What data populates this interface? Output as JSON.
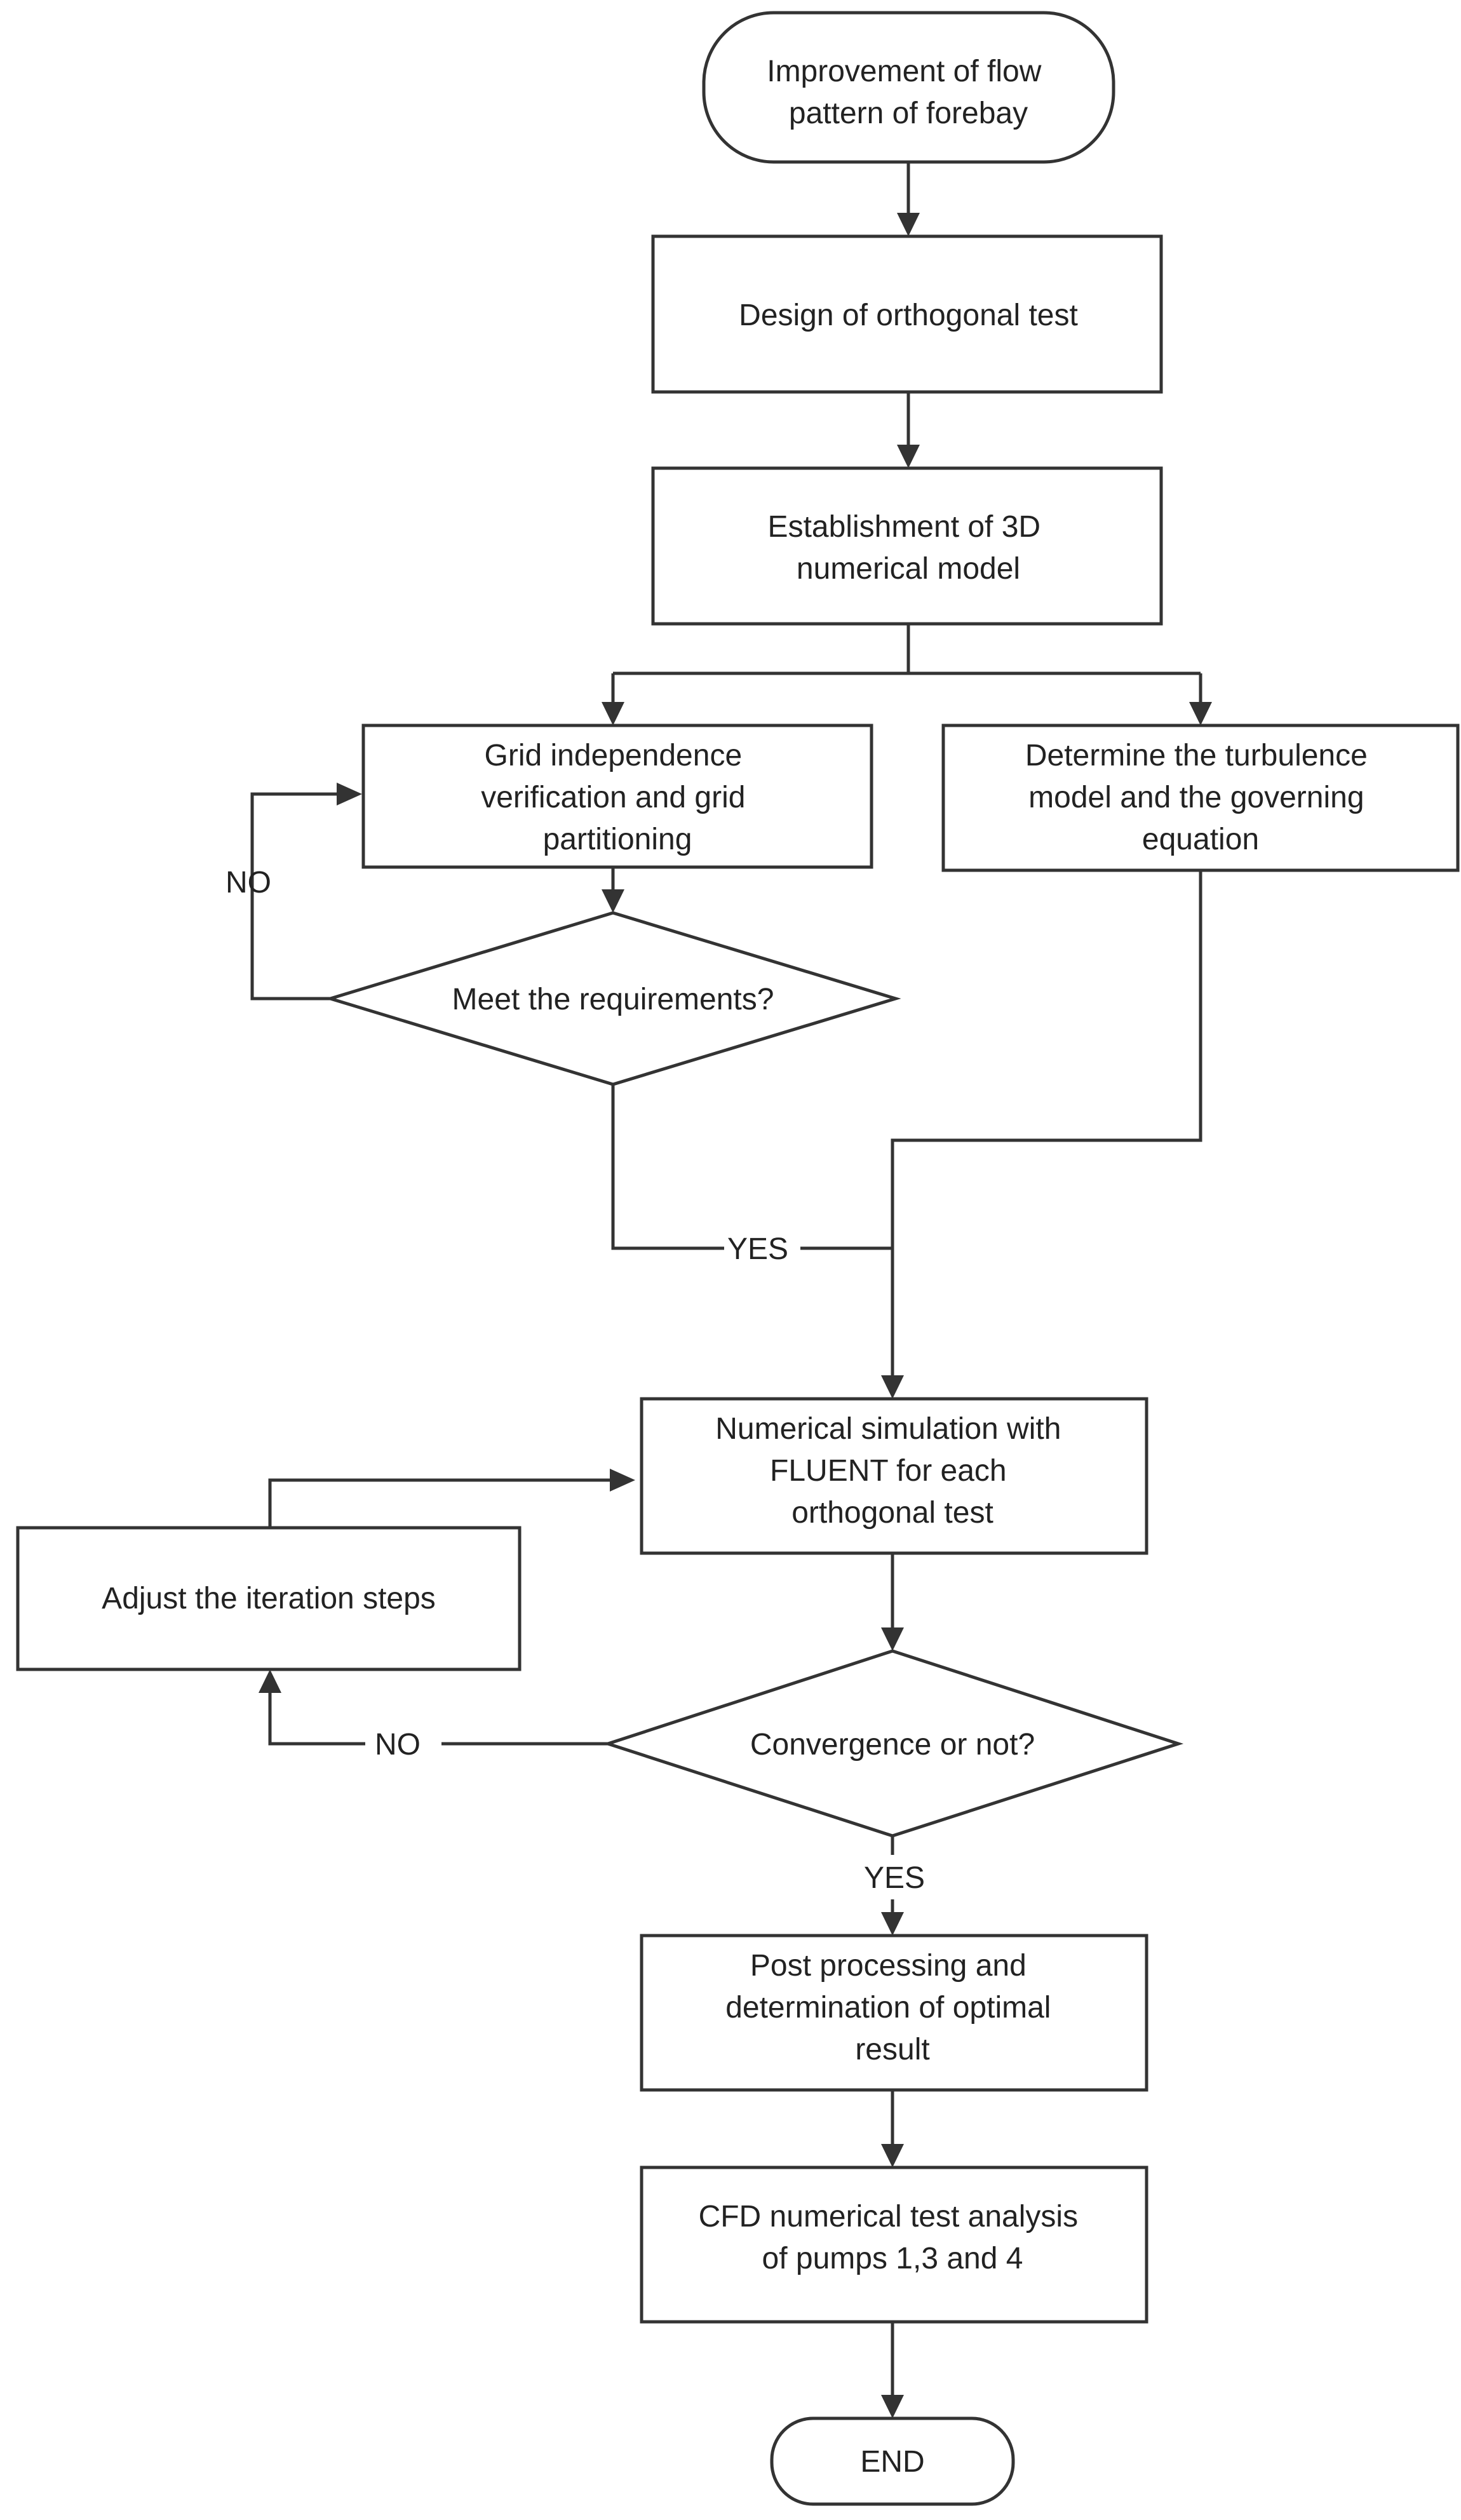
{
  "colors": {
    "stroke": "#333333",
    "text": "#222222",
    "background": "#ffffff"
  },
  "nodes": {
    "start": {
      "shape": "terminal",
      "lines": [
        "Improvement of flow",
        "pattern of forebay"
      ]
    },
    "design": {
      "shape": "process",
      "lines": [
        "Design of orthogonal test"
      ]
    },
    "model": {
      "shape": "process",
      "lines": [
        "Establishment of 3D",
        "numerical model"
      ]
    },
    "grid": {
      "shape": "process",
      "lines": [
        "Grid independence",
        "verification and grid",
        "partitioning"
      ]
    },
    "turbulence": {
      "shape": "process",
      "lines": [
        "Determine the turbulence",
        "model and the governing",
        "equation"
      ]
    },
    "meet": {
      "shape": "decision",
      "lines": [
        "Meet the requirements?"
      ]
    },
    "simulation": {
      "shape": "process",
      "lines": [
        "Numerical simulation with",
        "FLUENT for each",
        "orthogonal test"
      ]
    },
    "adjust": {
      "shape": "process",
      "lines": [
        "Adjust the iteration steps"
      ]
    },
    "convergence": {
      "shape": "decision",
      "lines": [
        "Convergence or not?"
      ]
    },
    "post": {
      "shape": "process",
      "lines": [
        "Post processing and",
        "determination of optimal",
        "result"
      ]
    },
    "cfd": {
      "shape": "process",
      "lines": [
        "CFD numerical test analysis",
        "of pumps 1,3 and 4"
      ]
    },
    "end": {
      "shape": "terminal",
      "lines": [
        "END"
      ]
    }
  },
  "edge_labels": {
    "meet_no": "NO",
    "meet_yes": "YES",
    "conv_no": "NO",
    "conv_yes": "YES"
  }
}
